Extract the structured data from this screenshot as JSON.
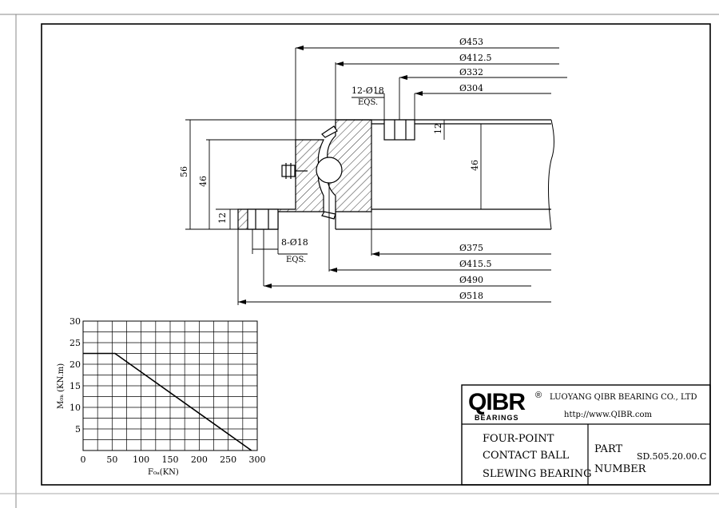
{
  "drawing": {
    "dimensions": {
      "d453": "Ø453",
      "d4125": "Ø412.5",
      "d332": "Ø332",
      "d304": "Ø304",
      "d375": "Ø375",
      "d4155": "Ø415.5",
      "d490": "Ø490",
      "d518": "Ø518",
      "holes_top": "12-Ø18",
      "holes_top_eqs": "EQS.",
      "holes_bottom": "8-Ø18",
      "holes_bottom_eqs": "EQS.",
      "h56": "56",
      "h46_left": "46",
      "h12_left": "12",
      "h46_right": "46",
      "h12_right": "12"
    }
  },
  "chart_data": {
    "type": "line",
    "xlabel": "F₀ₐ(KN)",
    "ylabel": "M₀ₖ (KN.m)",
    "xlim": [
      0,
      300
    ],
    "ylim": [
      0,
      30
    ],
    "x_ticks": [
      "0",
      "50",
      "100",
      "150",
      "200",
      "250",
      "300"
    ],
    "y_ticks": [
      "5",
      "10",
      "15",
      "20",
      "25",
      "30"
    ],
    "grid": true,
    "series": [
      {
        "x": [
          0,
          55,
          290
        ],
        "y": [
          22.5,
          22.5,
          0
        ]
      }
    ]
  },
  "titleblock": {
    "logo": "QIBR",
    "logo_sub": "BEARINGS",
    "registered": "®",
    "company": "LUOYANG QIBR BEARING CO., LTD",
    "website": "http://www.QIBR.com",
    "desc_line1": "FOUR-POINT",
    "desc_line2": "CONTACT BALL",
    "desc_line3": "SLEWING BEARING",
    "part_label1": "PART",
    "part_label2": "NUMBER",
    "part_number": "SD.505.20.00.C"
  }
}
